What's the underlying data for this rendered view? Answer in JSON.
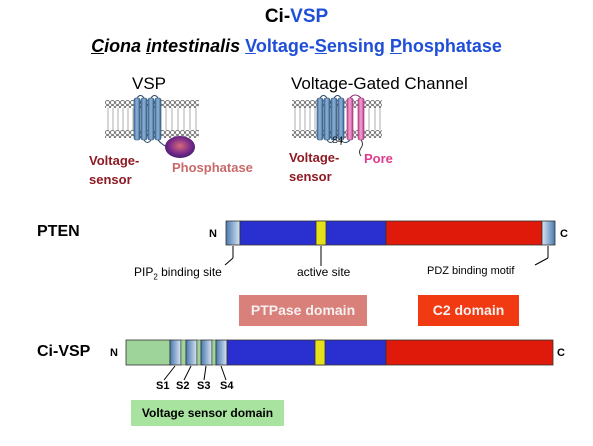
{
  "title": {
    "prefix": "Ci-",
    "name": "VSP"
  },
  "subtitle": {
    "w1_first": "C",
    "w1_rest": "iona",
    "w2_first": "i",
    "w2_rest": "ntestinalis",
    "w3_first": "V",
    "w3_rest": "oltage-",
    "w4_first": "S",
    "w4_rest": "ensing",
    "w5_first": "P",
    "w5_rest": "hosphatase"
  },
  "top": {
    "vsp_label": "VSP",
    "vgc_label": "Voltage-Gated Channel",
    "voltage_sensor_line1": "Voltage-",
    "voltage_sensor_line2": "sensor",
    "phosphatase": "Phosphatase",
    "pore": "Pore",
    "s4": "S4"
  },
  "pten": {
    "name": "PTEN",
    "n_term": "N",
    "c_term": "C",
    "pip2_pre": "PIP",
    "pip2_sub": "2",
    "pip2_post": " binding site",
    "active_site": "active site",
    "pdz": "PDZ binding motif"
  },
  "domains": {
    "ptpase": "PTPase domain",
    "c2": "C2 domain",
    "voltage_sensor": "Voltage sensor domain"
  },
  "civsp": {
    "name": "Ci-VSP",
    "n_term": "N",
    "c_term": "C",
    "segments": [
      "S1",
      "S2",
      "S3",
      "S4"
    ]
  },
  "colors": {
    "blue_domain": "#2a2fd0",
    "red_domain": "#e01a0a",
    "yellow_site": "#e6e01a",
    "green_domain": "#9ed39a",
    "ptpase_box": "#d9807a",
    "c2_box": "#f23a12",
    "vsd_box": "#a8e3a0",
    "maroon_text": "#8e1a24",
    "pink_text": "#e03a8a"
  }
}
